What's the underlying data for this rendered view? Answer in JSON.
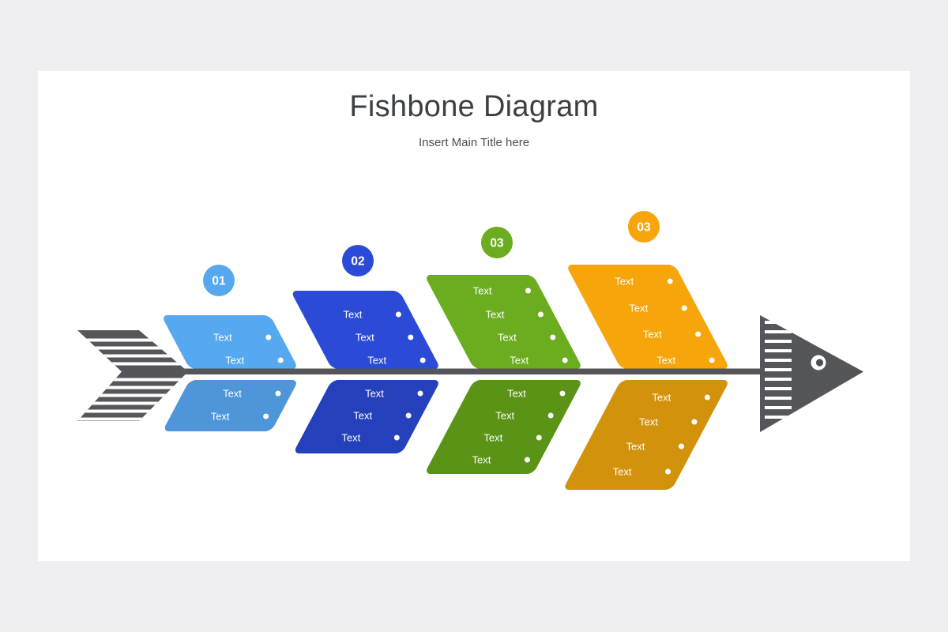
{
  "canvas": {
    "background": "#efeff1",
    "slide_background": "#ffffff"
  },
  "header": {
    "title": "Fishbone Diagram",
    "subtitle": "Insert Main Title here"
  },
  "diagram": {
    "type": "fishbone",
    "spine_color": "#55565a",
    "tail_color": "#55565a",
    "head_color": "#55565a",
    "eye_color": "#ffffff",
    "pupil_color": "#4e4f53",
    "bones": [
      {
        "badge": "01",
        "top_color": "#56a9f1",
        "bottom_color": "#4e95d9",
        "top_labels": [
          "Text",
          "Text"
        ],
        "bottom_labels": [
          "Text",
          "Text"
        ]
      },
      {
        "badge": "02",
        "top_color": "#2b4bd7",
        "bottom_color": "#2540bb",
        "top_labels": [
          "Text",
          "Text",
          "Text"
        ],
        "bottom_labels": [
          "Text",
          "Text",
          "Text"
        ]
      },
      {
        "badge": "03",
        "top_color": "#6cad20",
        "bottom_color": "#5b9317",
        "top_labels": [
          "Text",
          "Text",
          "Text",
          "Text"
        ],
        "bottom_labels": [
          "Text",
          "Text",
          "Text",
          "Text"
        ]
      },
      {
        "badge": "03",
        "top_color": "#f6a60b",
        "bottom_color": "#d2920c",
        "top_labels": [
          "Text",
          "Text",
          "Text",
          "Text"
        ],
        "bottom_labels": [
          "Text",
          "Text",
          "Text",
          "Text"
        ]
      }
    ]
  }
}
